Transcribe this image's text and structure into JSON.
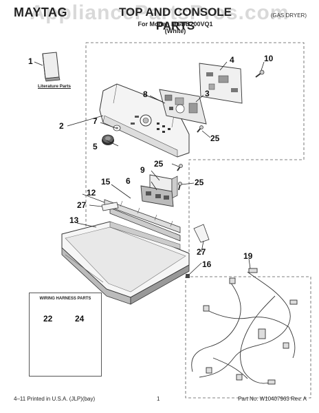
{
  "header": {
    "brand": "MAYTAG",
    "title": "TOP AND CONSOLE PARTS",
    "model_line": "For Model: MGDB200VQ1",
    "color_line": "(White)",
    "product_type": "(GAS DRYER)",
    "watermark": "AppliancePartsPros.com"
  },
  "diagram": {
    "literature_label": "Literature Parts",
    "harness_box_title": "WIRING HARNESS PARTS",
    "callouts": {
      "c1": "1",
      "c2": "2",
      "c3": "3",
      "c4": "4",
      "c5": "5",
      "c6": "6",
      "c7": "7",
      "c8": "8",
      "c9": "9",
      "c10": "10",
      "c12": "12",
      "c13": "13",
      "c15": "15",
      "c16": "16",
      "c19": "19",
      "c22": "22",
      "c24": "24",
      "c25a": "25",
      "c25b": "25",
      "c25c": "25",
      "c27a": "27",
      "c27b": "27"
    }
  },
  "footer": {
    "print_info": "4–11 Printed in U.S.A. (JLP)(bay)",
    "page": "1",
    "part_number": "Part No. W10407963 Rev. A"
  }
}
